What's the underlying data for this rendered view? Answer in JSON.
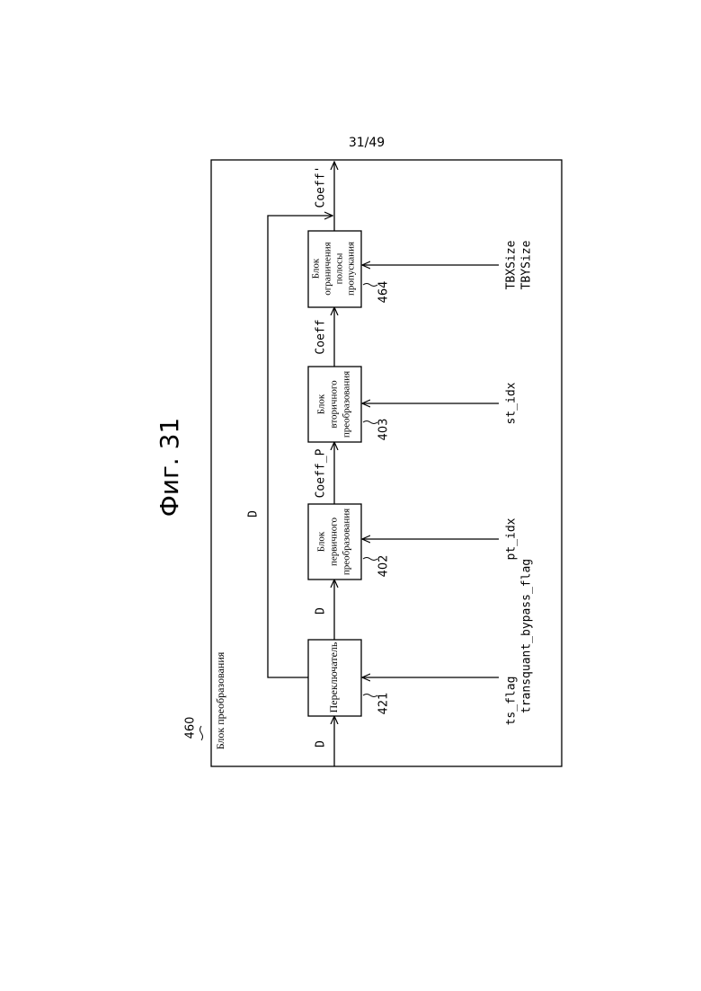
{
  "page_number": "31/49",
  "figure_title": "Фиг. 31",
  "outer_block": {
    "ref": "460",
    "label": "Блок преобразования"
  },
  "blocks": {
    "switcher": {
      "ref": "421",
      "label": "Переключатель"
    },
    "primary": {
      "ref": "402",
      "label_lines": [
        "Блок",
        "первичного",
        "преобразования"
      ]
    },
    "secondary": {
      "ref": "403",
      "label_lines": [
        "Блок",
        "вторичного",
        "преобразования"
      ]
    },
    "bandlimit": {
      "ref": "464",
      "label_lines": [
        "Блок",
        "ограничения",
        "полосы",
        "пропускания"
      ]
    }
  },
  "signals": {
    "input": "D",
    "switch_to_primary": "D",
    "bypass": "D",
    "primary_out": "Coeff_P",
    "secondary_out": "Coeff",
    "output": "Coeff'"
  },
  "control_inputs": {
    "switcher": [
      "ts_flag",
      "transquant_bypass_flag"
    ],
    "primary": [
      "pt_idx"
    ],
    "secondary": [
      "st_idx"
    ],
    "bandlimit": [
      "TBXSize",
      "TBYSize"
    ]
  }
}
